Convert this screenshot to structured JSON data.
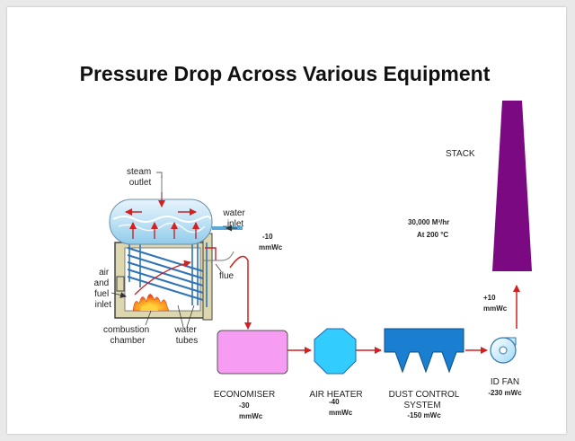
{
  "title": "Pressure Drop Across Various Equipment",
  "stack": {
    "label": "STACK",
    "flow": "30,000 M³/hr",
    "temp": "At  200 °C"
  },
  "boiler": {
    "steam_outlet": [
      "steam",
      "outlet"
    ],
    "water_inlet": [
      "water",
      "inlet"
    ],
    "flue": "flue",
    "air_fuel_inlet": [
      "air",
      "and",
      "fuel",
      "inlet"
    ],
    "combustion_chamber": [
      "combustion",
      "chamber"
    ],
    "water_tubes": [
      "water",
      "tubes"
    ],
    "pressure": [
      "-10",
      "mmWc"
    ]
  },
  "equipment": [
    {
      "name": "ECONOMISER",
      "pressure": [
        "-30",
        "mmWc"
      ]
    },
    {
      "name": "AIR HEATER",
      "pressure": [
        "-40",
        "mmWc"
      ]
    },
    {
      "name": "DUST  CONTROL",
      "name2": "SYSTEM",
      "pressure": [
        "-150 mWc"
      ]
    },
    {
      "name": "ID FAN",
      "pressure": [
        "-230 mWc"
      ]
    }
  ],
  "stack_pressure": [
    "+10",
    "mmWc"
  ],
  "colors": {
    "economiser": "#f79cf3",
    "air_heater": "#33ccff",
    "dust_control": "#1a7ed1",
    "id_fan": "#cdeefc",
    "stack": "#7b0a82",
    "flow_arrow": "#d42020"
  }
}
